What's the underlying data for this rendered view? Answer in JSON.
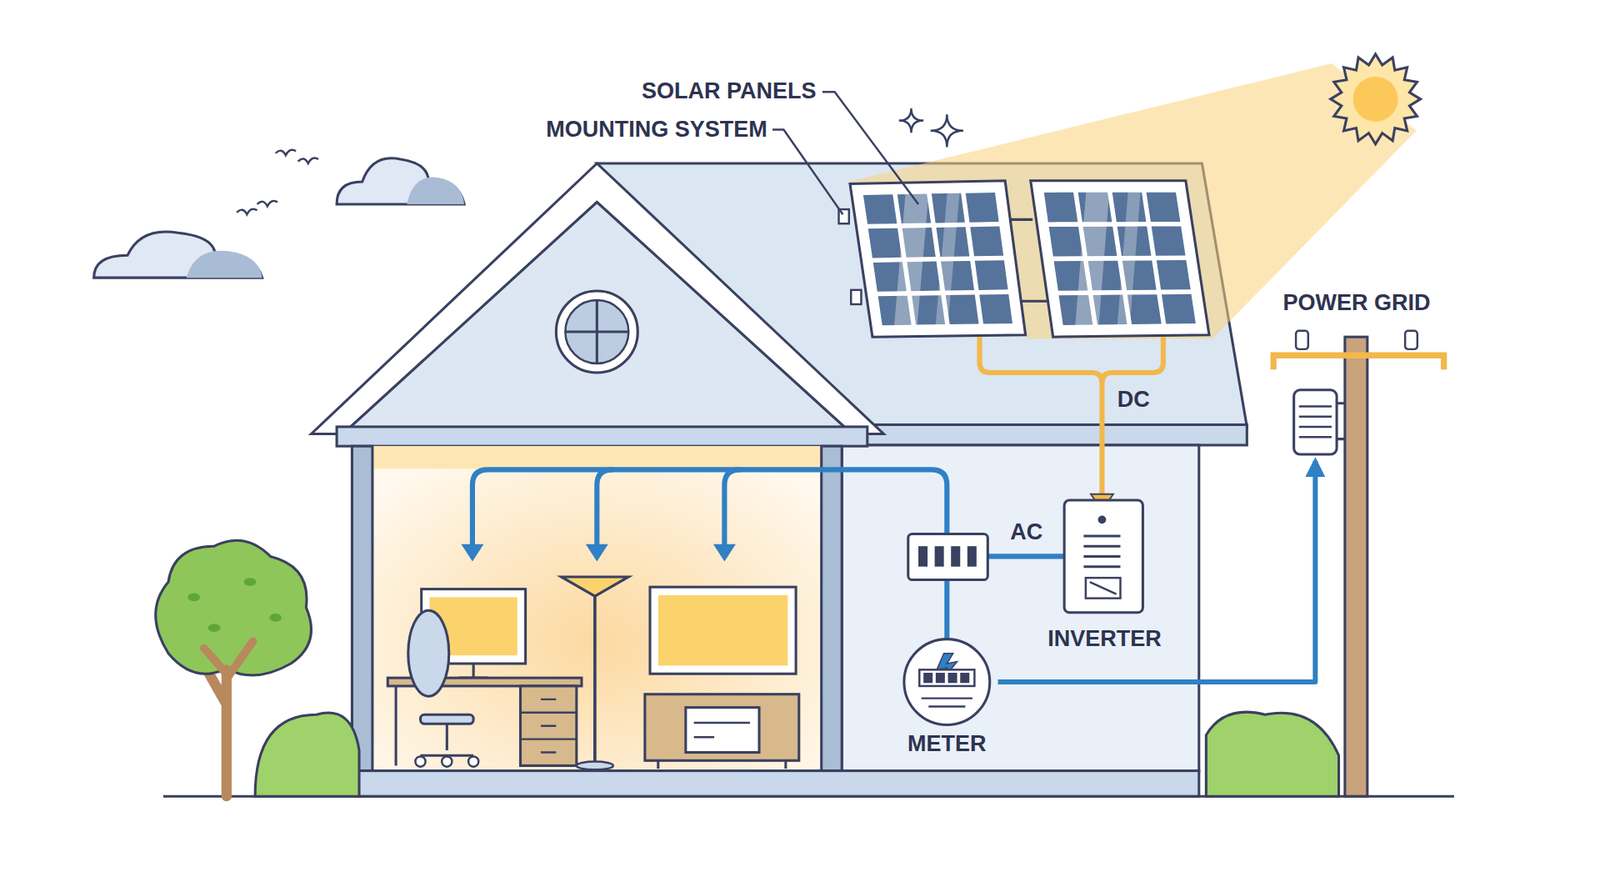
{
  "diagram": {
    "nodes": [
      {
        "text": [
          "INVERTER"
        ]
      },
      {
        "text": [
          "METER"
        ]
      },
      {
        "text": [
          "POWER GRID"
        ]
      }
    ],
    "edges": [
      {
        "from": 1,
        "to": 2,
        "arrow": "to"
      }
    ],
    "labels": [
      "SOLAR PANELS",
      "MOUNTING SYSTEM",
      "DC",
      "AC"
    ]
  }
}
